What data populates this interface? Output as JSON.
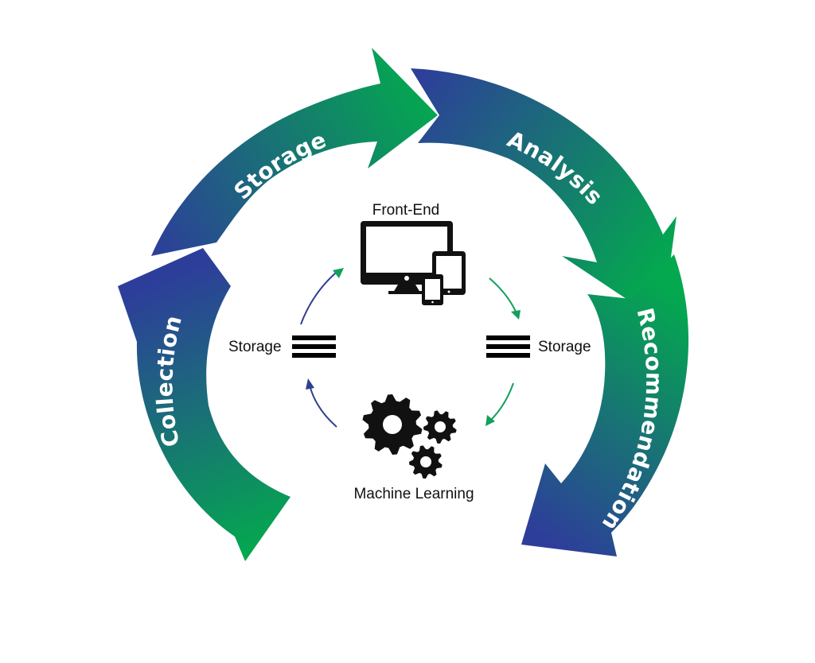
{
  "cycle": {
    "stages": [
      {
        "id": "collection",
        "label": "Collection"
      },
      {
        "id": "storage",
        "label": "Storage"
      },
      {
        "id": "analysis",
        "label": "Analysis"
      },
      {
        "id": "recommendation",
        "label": "Recommendation"
      }
    ]
  },
  "inner": {
    "front_end": "Front-End",
    "storage_left": "Storage",
    "storage_right": "Storage",
    "machine_learning": "Machine Learning"
  },
  "icons": {
    "front_end": "devices-icon",
    "storage": "storage-stack-icon",
    "machine_learning": "gears-icon"
  },
  "colors": {
    "gradient_start": "#2d3e9a",
    "gradient_end": "#04a84f",
    "inner_arrow_blue": "#2f3f8f",
    "inner_arrow_green": "#12a05a"
  }
}
